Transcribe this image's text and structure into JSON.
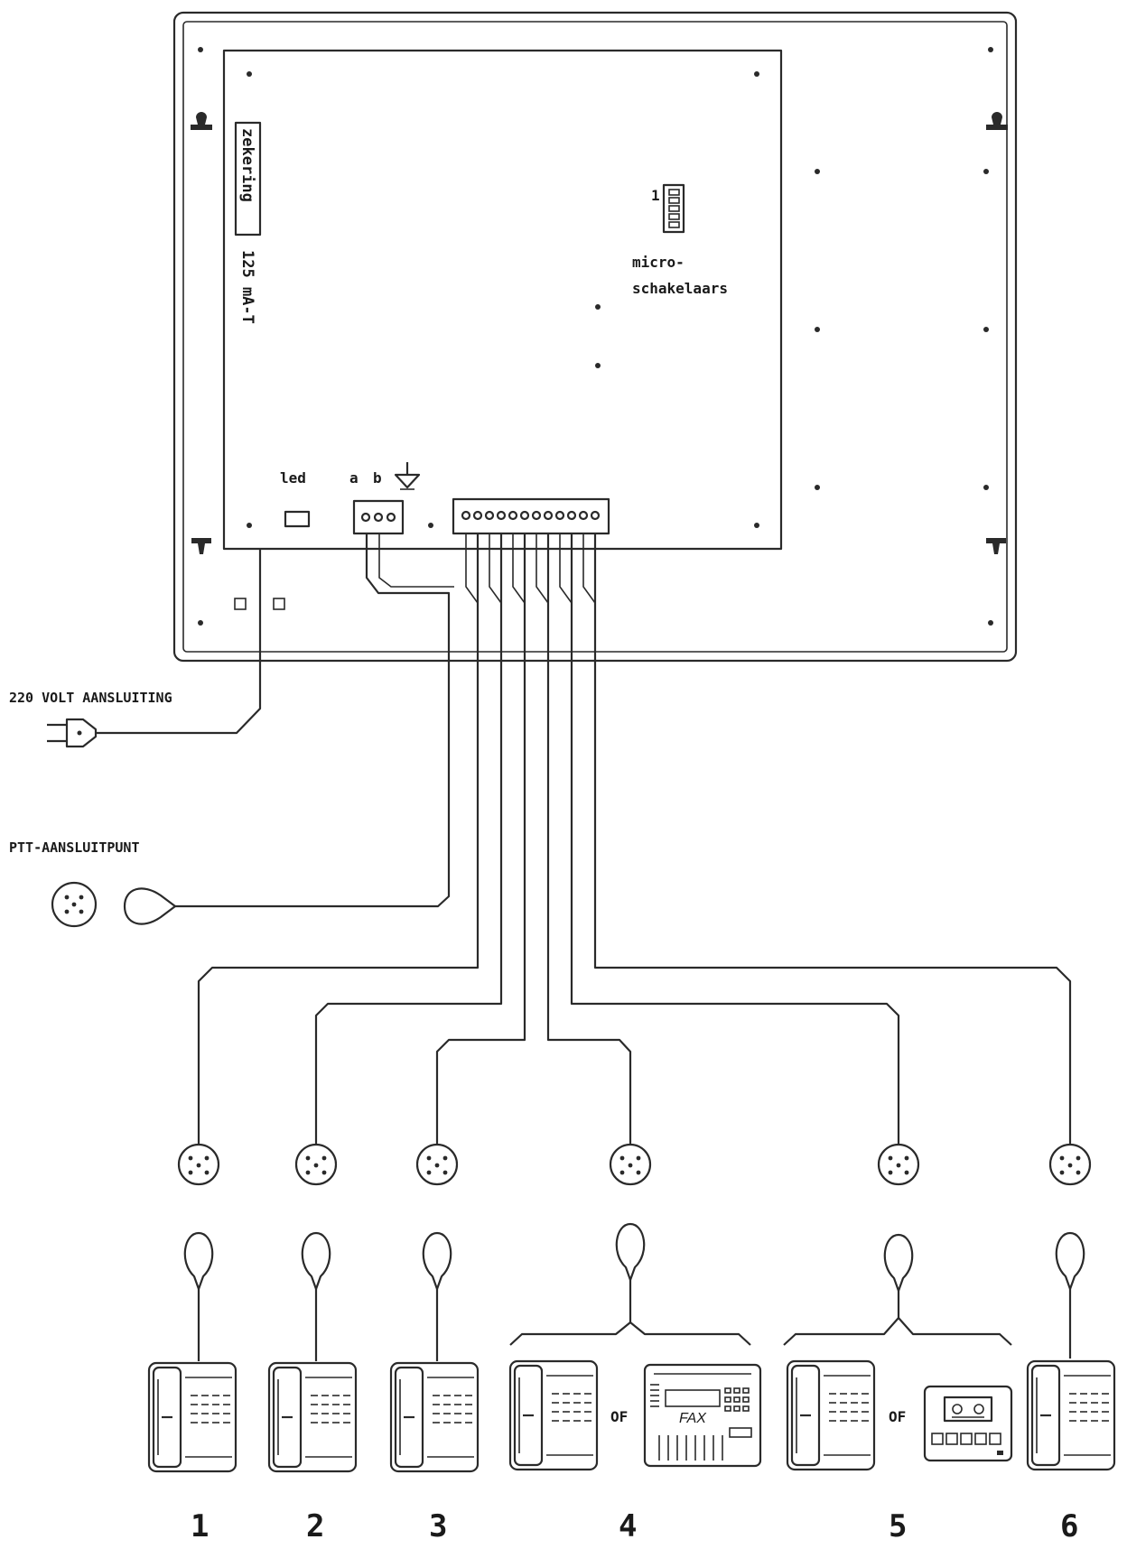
{
  "labels": {
    "fuse": "zekering",
    "fuse_rating": "125 mA-T",
    "dip_number": "1",
    "micro_switches_1": "micro-",
    "micro_switches_2": "schakelaars",
    "led": "led",
    "terminal_a": "a",
    "terminal_b": "b",
    "power": "220 VOLT AANSLUITING",
    "ptt": "PTT-AANSLUITPUNT",
    "or_4": "OF",
    "or_5": "OF",
    "fax": "FAX"
  },
  "extensions": [
    {
      "number": "1"
    },
    {
      "number": "2"
    },
    {
      "number": "3"
    },
    {
      "number": "4"
    },
    {
      "number": "5"
    },
    {
      "number": "6"
    }
  ]
}
